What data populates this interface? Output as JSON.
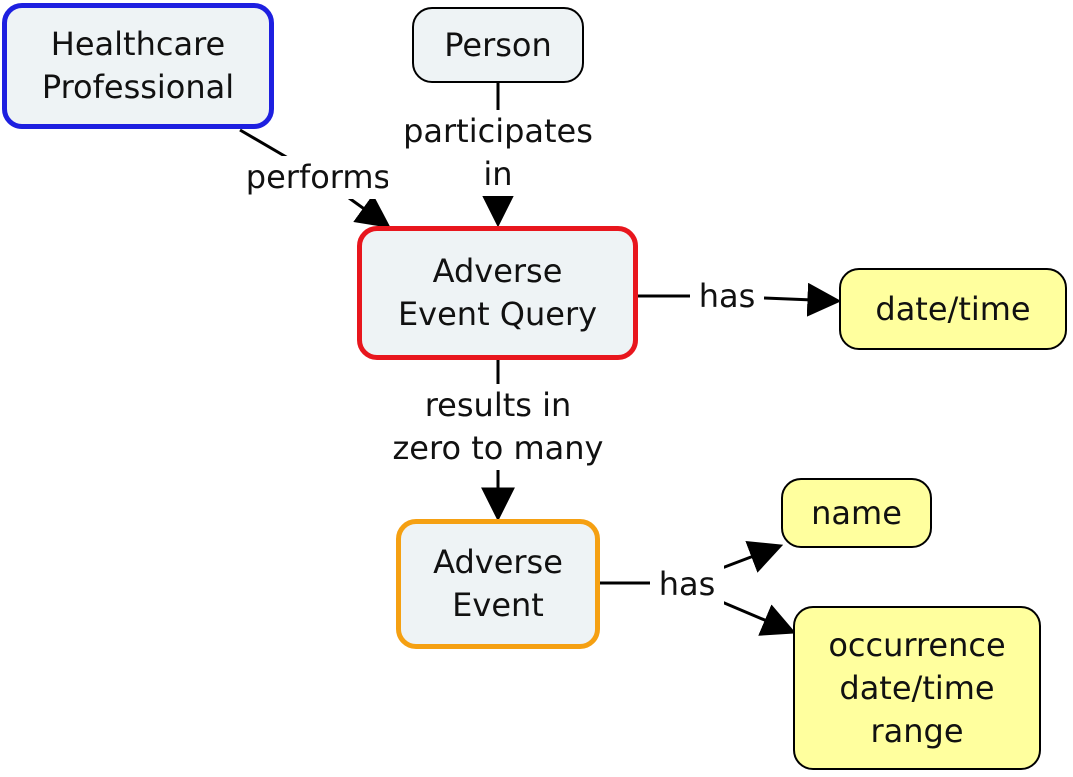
{
  "nodes": {
    "healthcare_professional": "Healthcare\nProfessional",
    "person": "Person",
    "adverse_event_query": "Adverse\nEvent Query",
    "date_time": "date/time",
    "adverse_event": "Adverse\nEvent",
    "name": "name",
    "occurrence_range": "occurrence\ndate/time\nrange"
  },
  "links": {
    "performs": "performs",
    "participates_in": "participates\nin",
    "has_query": "has",
    "results_in": "results in\nzero to many",
    "has_event": "has"
  },
  "colors": {
    "concept_fill": "#eef3f5",
    "attribute_fill": "#ffff9e",
    "healthcare_border": "#1d1fe0",
    "query_border": "#e8161d",
    "event_border": "#f5a012"
  }
}
